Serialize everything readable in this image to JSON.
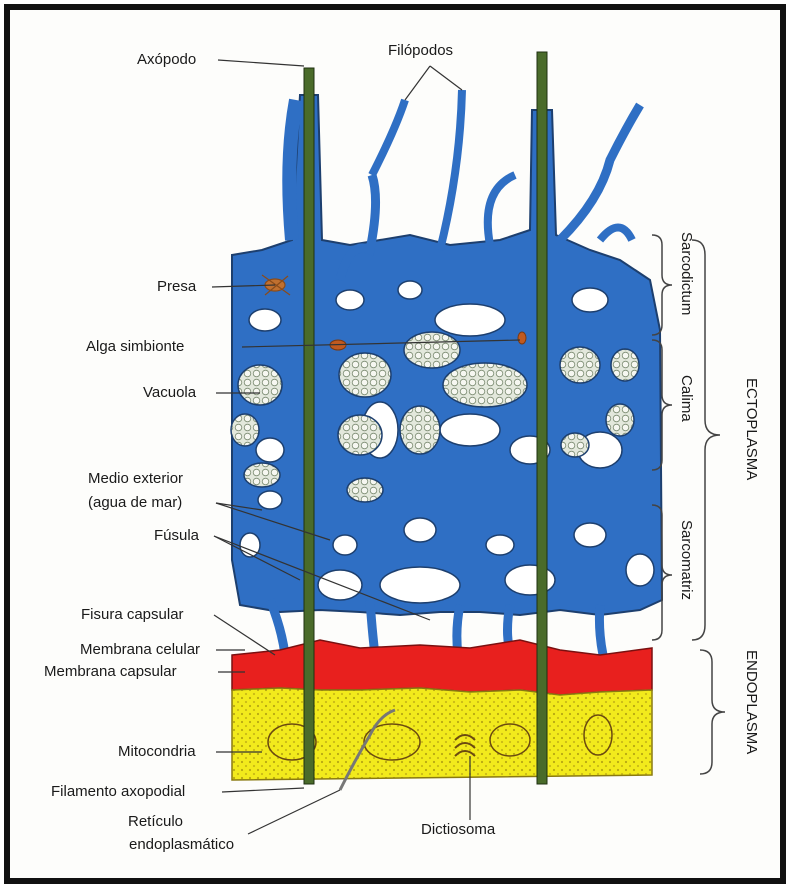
{
  "labels": {
    "axopodo": "Axópodo",
    "filopodos": "Filópodos",
    "presa": "Presa",
    "alga": "Alga simbionte",
    "vacuola": "Vacuola",
    "medio_line1": "Medio exterior",
    "medio_line2": "(agua de mar)",
    "fusula": "Fúsula",
    "fisura": "Fisura capsular",
    "membrana_celular": "Membrana celular",
    "membrana_capsular": "Membrana capsular",
    "mitocondria": "Mitocondria",
    "filamento": "Filamento axopodial",
    "reticulo_line1": "Retículo",
    "reticulo_line2": "endoplasmático",
    "dictiosoma": "Dictiosoma"
  },
  "regions": {
    "sarcodictum": "Sarcodictum",
    "calima": "Calima",
    "sarcomatriz": "Sarcomatriz",
    "ectoplasma": "ECTOPLASMA",
    "endoplasma": "ENDOPLASMA"
  },
  "colors": {
    "ectoplasm_blue": "#2f6fc4",
    "capsule_red": "#e8201e",
    "endoplasm_yellow": "#f2ea1c",
    "axopod_green": "#4a6b2a",
    "vacuole_fill": "#d9e3d0",
    "outline": "#1d3f6e"
  }
}
